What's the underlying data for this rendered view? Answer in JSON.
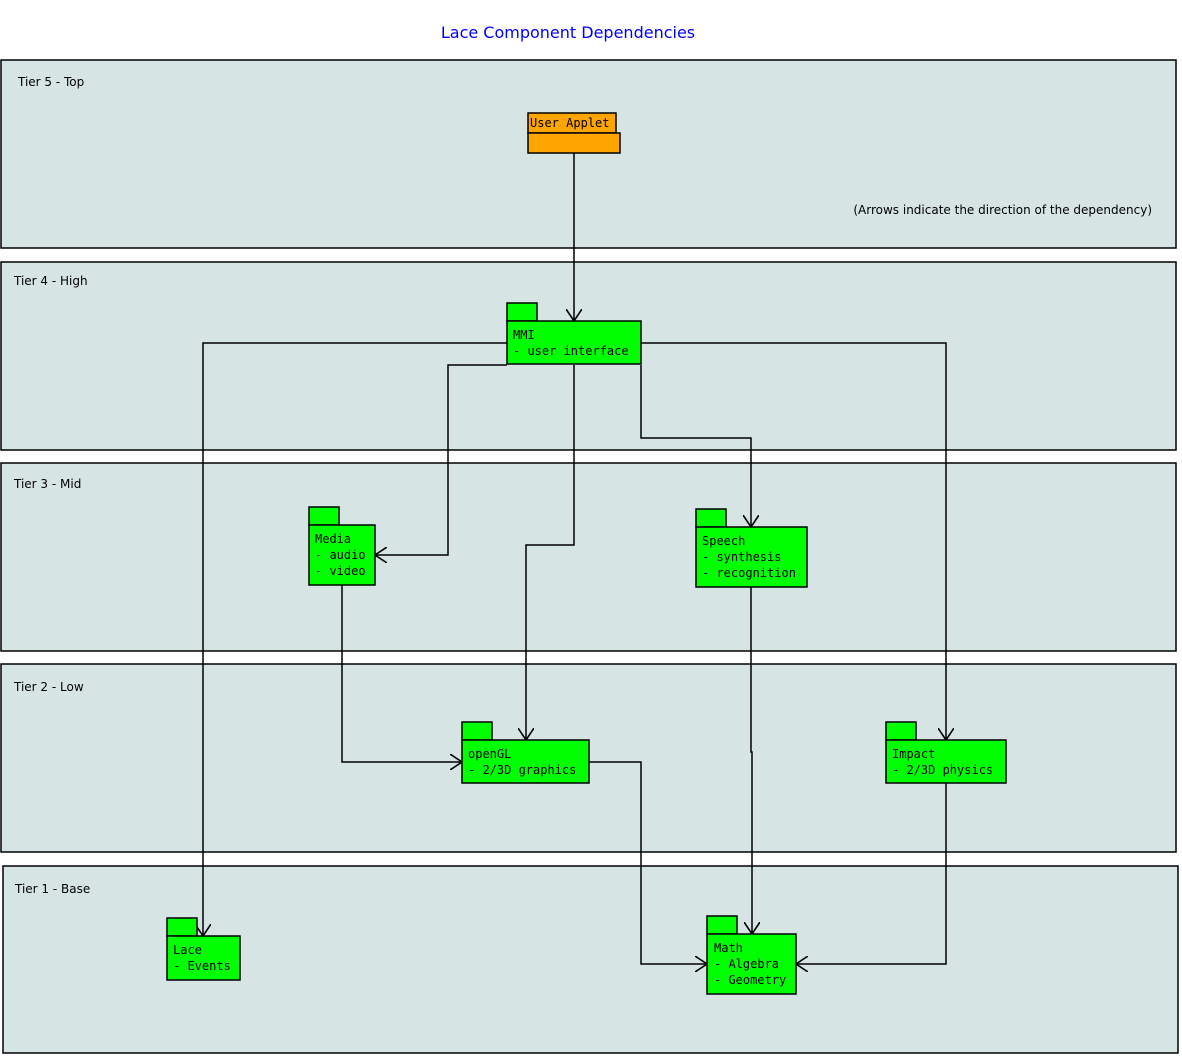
{
  "title": "Lace Component Dependencies",
  "note": "(Arrows indicate the direction of the dependency)",
  "colors": {
    "title": "#0000FF",
    "tier_fill": "#D7E4E4",
    "package": "#00FF00",
    "applet": "#FFA500"
  },
  "tiers": [
    "Tier 5 - Top",
    "Tier 4 - High",
    "Tier 3 - Mid",
    "Tier 2 - Low",
    "Tier 1 - Base"
  ],
  "packages": {
    "applet": {
      "name": "User Applet"
    },
    "mmi": {
      "lines": [
        "MMI",
        "- user interface"
      ]
    },
    "media": {
      "lines": [
        "Media",
        "- audio",
        "- video"
      ]
    },
    "speech": {
      "lines": [
        "Speech",
        "- synthesis",
        "- recognition"
      ]
    },
    "opengl": {
      "lines": [
        "openGL",
        "- 2/3D graphics"
      ]
    },
    "impact": {
      "lines": [
        "Impact",
        "- 2/3D physics"
      ]
    },
    "lace": {
      "lines": [
        "Lace",
        "- Events"
      ]
    },
    "math": {
      "lines": [
        "Math",
        "- Algebra",
        "- Geometry"
      ]
    }
  },
  "dependencies": [
    [
      "User Applet",
      "MMI"
    ],
    [
      "MMI",
      "Lace"
    ],
    [
      "MMI",
      "Impact"
    ],
    [
      "MMI",
      "Media"
    ],
    [
      "MMI",
      "openGL"
    ],
    [
      "MMI",
      "Speech"
    ],
    [
      "Media",
      "openGL"
    ],
    [
      "Speech",
      "Math"
    ],
    [
      "openGL",
      "Math"
    ],
    [
      "Impact",
      "Math"
    ]
  ]
}
